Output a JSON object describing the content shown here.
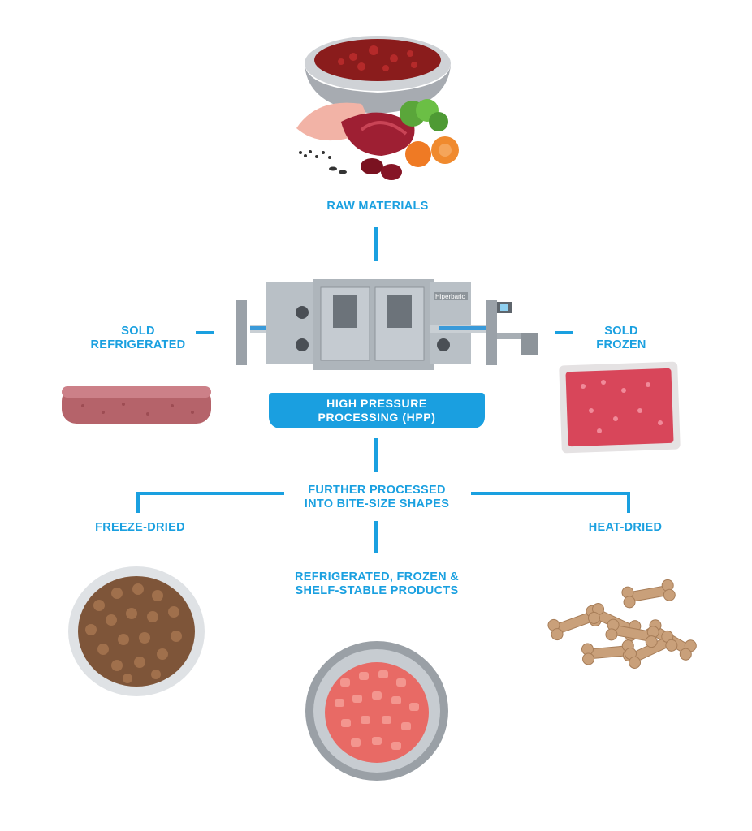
{
  "diagram": {
    "nodes": {
      "raw_materials": "RAW MATERIALS",
      "hpp": [
        "HIGH PRESSURE",
        "PROCESSING (HPP)"
      ],
      "sold_refrigerated": [
        "SOLD",
        "REFRIGERATED"
      ],
      "sold_frozen": [
        "SOLD",
        "FROZEN"
      ],
      "further_processed": [
        "FURTHER PROCESSED",
        "INTO BITE-SIZE SHAPES"
      ],
      "freeze_dried": "FREEZE-DRIED",
      "heat_dried": "HEAT-DRIED",
      "products": [
        "REFRIGERATED, FROZEN &",
        "SHELF-STABLE PRODUCTS"
      ]
    },
    "machine_brand": "Hiperbaric",
    "accent_color": "#1aa0e0"
  }
}
